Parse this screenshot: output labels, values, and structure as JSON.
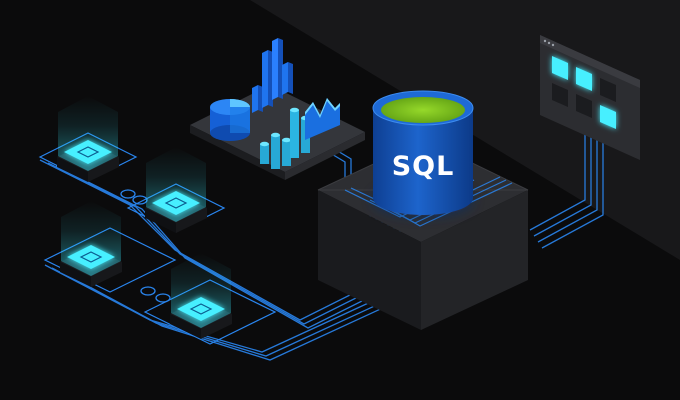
{
  "database": {
    "label": "SQL",
    "icon": "database-cylinder-icon",
    "liquid_color": "#7ac21d",
    "body_color": "#1656b8"
  },
  "colors": {
    "background": "#0b0b0c",
    "accent_cyan": "#33e6ff",
    "wire_blue": "#2a86f0",
    "chart_blue": "#1f74ef",
    "chart_cyan": "#35c6ea"
  },
  "sources": {
    "count": 4,
    "icon": "glowing-data-tile-icon"
  },
  "analytics": {
    "icon": "bar-chart-icon"
  },
  "dashboard": {
    "icon": "dashboard-window-icon",
    "tiles": 6,
    "highlighted_tiles": 3
  }
}
